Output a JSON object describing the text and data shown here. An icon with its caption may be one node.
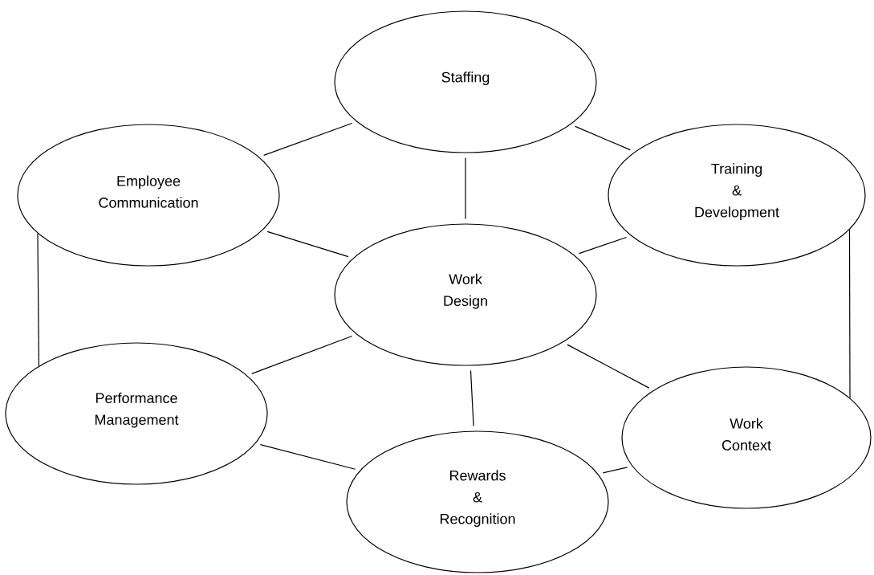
{
  "diagram": {
    "nodes": [
      {
        "text": [
          "Staffing"
        ]
      },
      {
        "text": [
          "Employee Communication"
        ]
      },
      {
        "text": [
          "Training & Development"
        ]
      },
      {
        "text": [
          "Work Design"
        ]
      },
      {
        "text": [
          "Performance Management"
        ]
      },
      {
        "text": [
          "Work Context"
        ]
      },
      {
        "text": [
          "Rewards & Recognition"
        ]
      }
    ],
    "edges": [
      {
        "from": 0,
        "to": 1,
        "arrow": "none"
      },
      {
        "from": 0,
        "to": 2,
        "arrow": "none"
      },
      {
        "from": 0,
        "to": 3,
        "arrow": "none"
      },
      {
        "from": 1,
        "to": 3,
        "arrow": "none"
      },
      {
        "from": 2,
        "to": 3,
        "arrow": "none"
      },
      {
        "from": 1,
        "to": 4,
        "arrow": "none"
      },
      {
        "from": 2,
        "to": 5,
        "arrow": "none"
      },
      {
        "from": 3,
        "to": 4,
        "arrow": "none"
      },
      {
        "from": 3,
        "to": 5,
        "arrow": "none"
      },
      {
        "from": 3,
        "to": 6,
        "arrow": "none"
      },
      {
        "from": 4,
        "to": 6,
        "arrow": "none"
      },
      {
        "from": 5,
        "to": 6,
        "arrow": "none"
      }
    ]
  }
}
